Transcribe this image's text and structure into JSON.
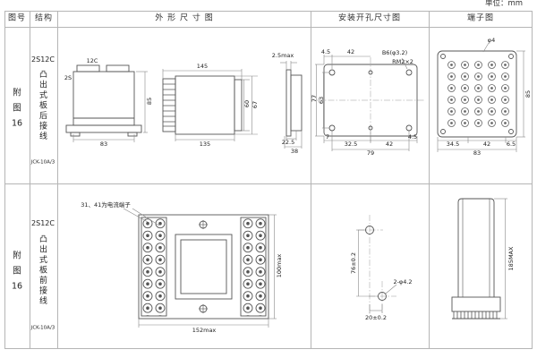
{
  "page": {
    "unit": "单位：mm"
  },
  "headers": {
    "fig": "图号",
    "structure": "结构",
    "outline": "外 形 尺 寸 图",
    "install": "安装开孔尺寸图",
    "terminal": "端子图"
  },
  "row1": {
    "fig": {
      "l1": "附",
      "l2": "图",
      "l3": "16"
    },
    "model": "2S12C",
    "desc": "凸出式板后接线",
    "code": "JCK-10A/3",
    "outline": {
      "front_top": "12C",
      "front_left": "2S",
      "front_width": "83",
      "front_height": "85",
      "side_width_top": "145",
      "side_width_bottom": "135",
      "side_height_inner": "60",
      "side_height_outer": "67",
      "end_thickness": "2.5max",
      "end_depth1": "22.5",
      "end_depth2": "38"
    },
    "install": {
      "top_offset": "4.5",
      "top_span": "42",
      "hole_spec": "B6(φ3.2)",
      "thread_spec": "RM2×2",
      "height_outer": "77",
      "height_inner": "63",
      "bot_offset": "7",
      "bot_span1": "32.5",
      "bot_span2": "42",
      "bot_offset2": "4.5",
      "bot_total": "79"
    },
    "terminal": {
      "hole_dia": "φ4",
      "bot_1": "34.5",
      "bot_2": "42",
      "bot_3": "6.5",
      "bot_total": "83",
      "side_height": "85"
    }
  },
  "row2": {
    "fig": {
      "l1": "附",
      "l2": "图",
      "l3": "16"
    },
    "model": "2S12C",
    "desc": "凸出式板前接线",
    "code": "JCK-10A/3",
    "outline": {
      "note": "31、41为电流端子",
      "width": "152max",
      "height": "100max"
    },
    "install": {
      "v_span": "76±0.2",
      "hole_spec": "2-φ4.2",
      "h_span": "20±0.2"
    },
    "terminal": {
      "height": "185MAX"
    }
  }
}
